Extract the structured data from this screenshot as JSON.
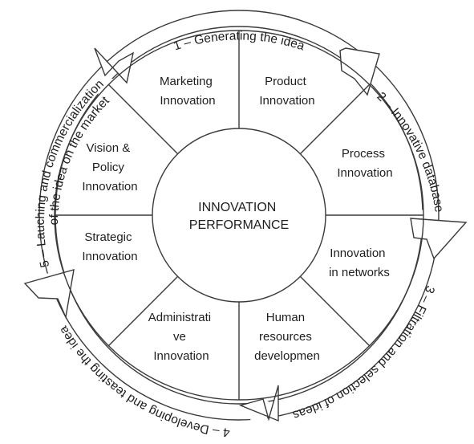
{
  "center": {
    "lines": [
      "INNOVATION",
      "PERFORMANCE"
    ]
  },
  "segments": [
    {
      "lines": [
        "Product",
        "Innovation"
      ]
    },
    {
      "lines": [
        "Process",
        "Innovation"
      ]
    },
    {
      "lines": [
        "Innovation",
        "in networks"
      ]
    },
    {
      "lines": [
        "Human",
        "resources",
        "developmen"
      ]
    },
    {
      "lines": [
        "Administrati",
        "ve",
        "Innovation"
      ]
    },
    {
      "lines": [
        "Strategic",
        "Innovation"
      ]
    },
    {
      "lines": [
        "Vision &",
        "Policy",
        "Innovation"
      ]
    },
    {
      "lines": [
        "Marketing",
        "Innovation"
      ]
    }
  ],
  "stages": [
    {
      "label": "1 – Generating the idea"
    },
    {
      "label": "2 – Innovative database"
    },
    {
      "label": "3 – Filtration and selection of ideas"
    },
    {
      "label": "4 – Developing and teasting the idea"
    },
    {
      "label": "5 – Lauching and commercialization"
    },
    {
      "label": "of the idea on the market"
    }
  ]
}
